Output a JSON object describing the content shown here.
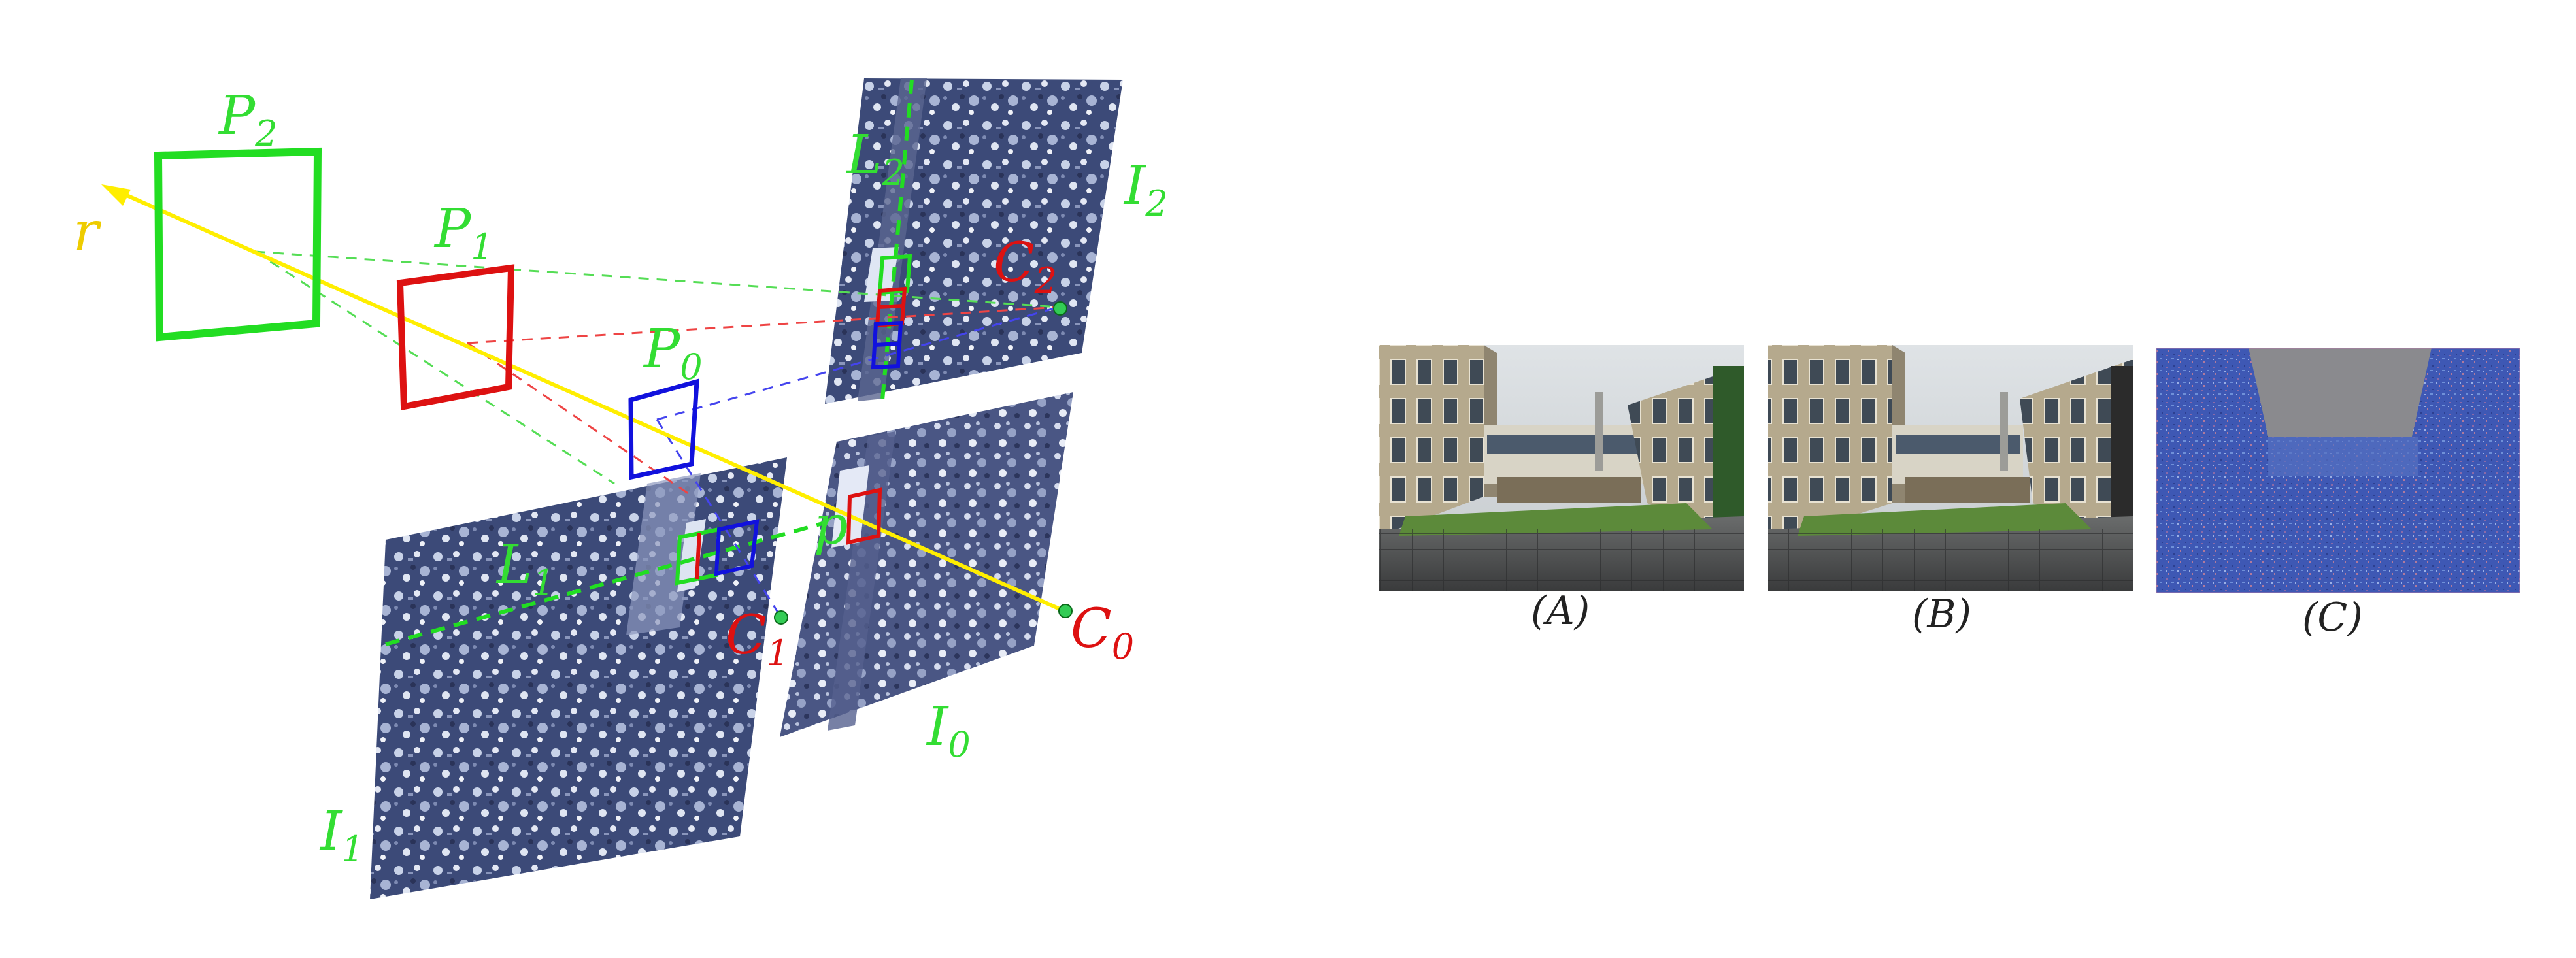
{
  "left_diagram": {
    "planes": {
      "I0": "I",
      "I0_sub": "0",
      "I1": "I",
      "I1_sub": "1",
      "I2": "I",
      "I2_sub": "2"
    },
    "patches": {
      "P0": "P",
      "P0_sub": "0",
      "P1": "P",
      "P1_sub": "1",
      "P2": "P",
      "P2_sub": "2"
    },
    "cameras": {
      "C0": "C",
      "C0_sub": "0",
      "C1": "C",
      "C1_sub": "1",
      "C2": "C",
      "C2_sub": "2"
    },
    "epipolar_lines": {
      "L1": "L",
      "L1_sub": "1",
      "L2": "L",
      "L2_sub": "2"
    },
    "ray": "r",
    "point": "p"
  },
  "right_panels": {
    "captions": [
      "(A)",
      "(B)",
      "(C)"
    ]
  },
  "colors": {
    "green": "#22dd22",
    "red": "#dd1111",
    "blue": "#1111dd",
    "yellow": "#ffee00",
    "label_green": "#33dd33",
    "label_red": "#dd1111"
  }
}
